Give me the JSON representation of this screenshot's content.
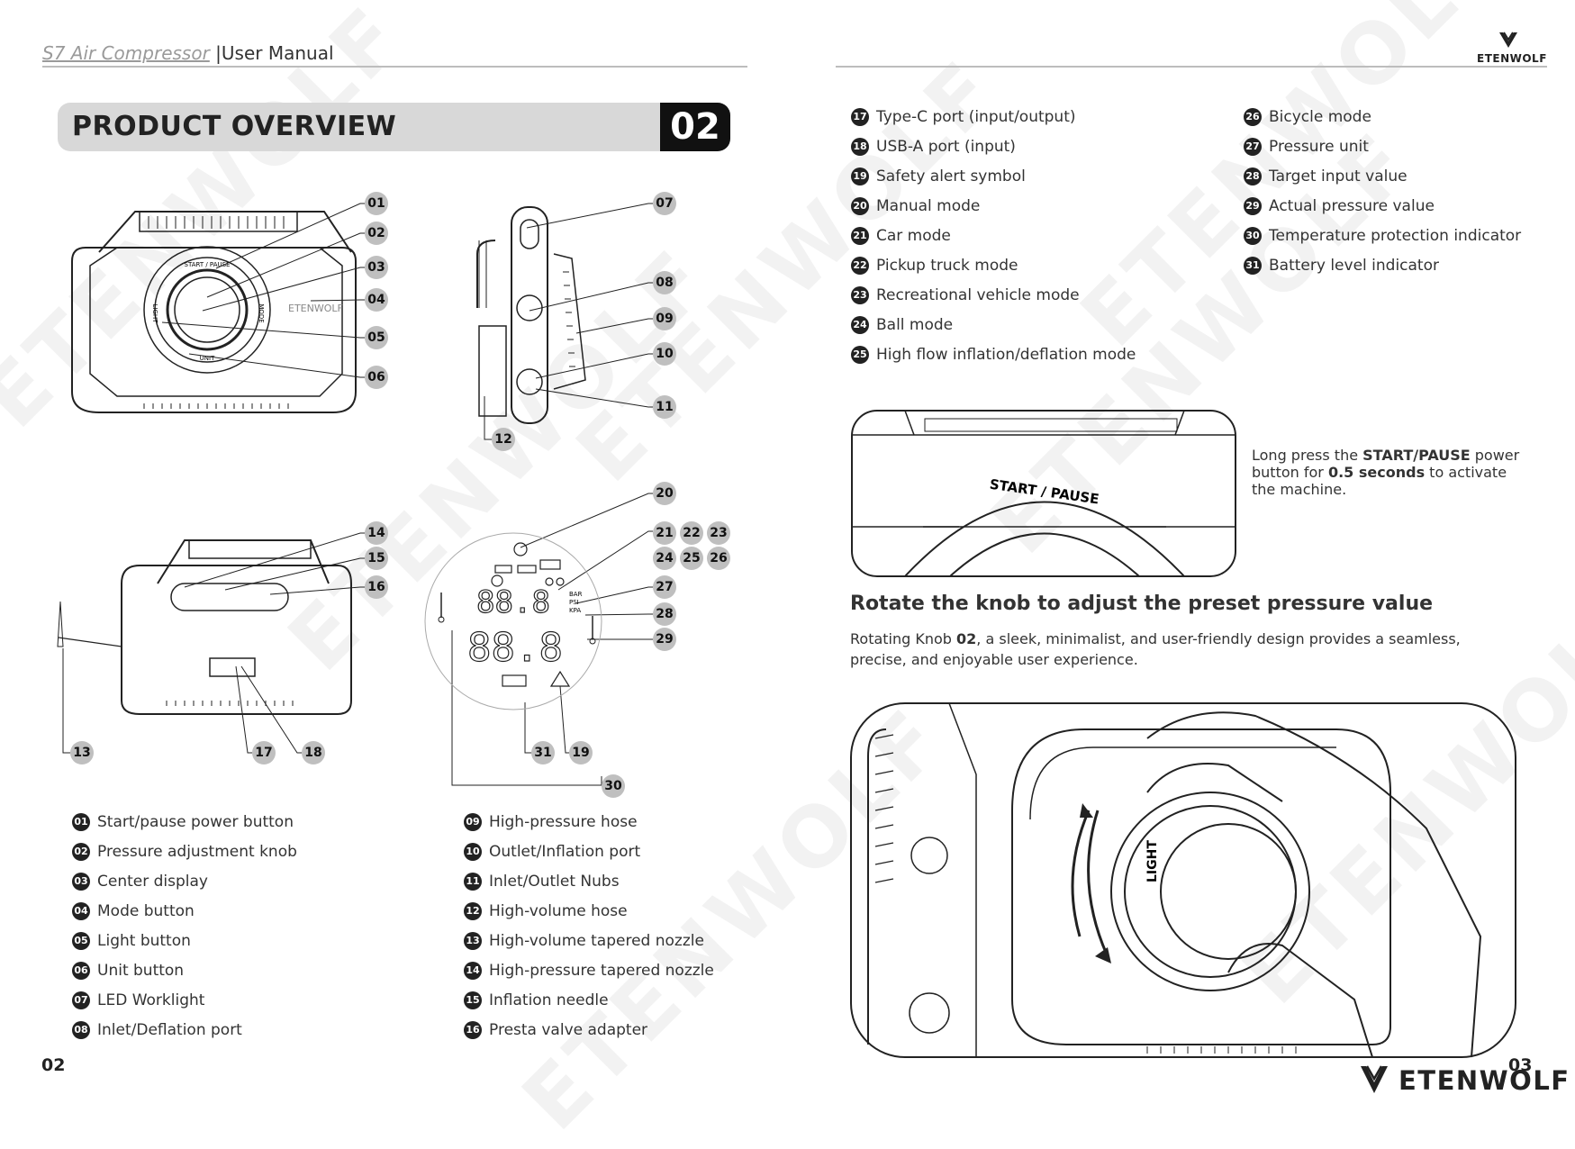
{
  "header": {
    "product_name": "S7 Air Compressor",
    "separator": "|",
    "section_label": "User Manual",
    "brand": "ETENWOLF"
  },
  "banner": {
    "title": "PRODUCT OVERVIEW",
    "number": "02"
  },
  "callouts": {
    "c01": "01",
    "c02": "02",
    "c03": "03",
    "c04": "04",
    "c05": "05",
    "c06": "06",
    "c07": "07",
    "c08": "08",
    "c09": "09",
    "c10": "10",
    "c11": "11",
    "c12": "12",
    "c13": "13",
    "c14": "14",
    "c15": "15",
    "c16": "16",
    "c17": "17",
    "c18": "18",
    "c19": "19",
    "c20": "20",
    "c21": "21",
    "c22": "22",
    "c23": "23",
    "c24": "24",
    "c25": "25",
    "c26": "26",
    "c27": "27",
    "c28": "28",
    "c29": "29",
    "c30": "30",
    "c31": "31"
  },
  "device_labels": {
    "start_pause": "START / PAUSE",
    "light": "LIGHT",
    "mode": "MODE",
    "unit": "UNIT",
    "brand": "ETENWOLF"
  },
  "lcd": {
    "units_bar": "BAR",
    "units_psi": "PSI",
    "units_kpa": "KPA",
    "digits": "88.8"
  },
  "legend_left": [
    {
      "num": "01",
      "label": "Start/pause power button"
    },
    {
      "num": "02",
      "label": "Pressure adjustment knob"
    },
    {
      "num": "03",
      "label": "Center display"
    },
    {
      "num": "04",
      "label": "Mode button"
    },
    {
      "num": "05",
      "label": "Light button"
    },
    {
      "num": "06",
      "label": "Unit button"
    },
    {
      "num": "07",
      "label": "LED Worklight"
    },
    {
      "num": "08",
      "label": "Inlet/Deflation port"
    }
  ],
  "legend_mid": [
    {
      "num": "09",
      "label": "High-pressure hose"
    },
    {
      "num": "10",
      "label": "Outlet/Inflation port"
    },
    {
      "num": "11",
      "label": "Inlet/Outlet Nubs"
    },
    {
      "num": "12",
      "label": "High-volume hose"
    },
    {
      "num": "13",
      "label": "High-volume tapered nozzle"
    },
    {
      "num": "14",
      "label": "High-pressure tapered nozzle"
    },
    {
      "num": "15",
      "label": "Inflation needle"
    },
    {
      "num": "16",
      "label": "Presta valve adapter"
    }
  ],
  "legend_right_a": [
    {
      "num": "17",
      "label": "Type-C port (input/output)"
    },
    {
      "num": "18",
      "label": "USB-A port (input)"
    },
    {
      "num": "19",
      "label": "Safety alert symbol"
    },
    {
      "num": "20",
      "label": "Manual mode"
    },
    {
      "num": "21",
      "label": "Car mode"
    },
    {
      "num": "22",
      "label": "Pickup truck mode"
    },
    {
      "num": "23",
      "label": "Recreational vehicle mode"
    },
    {
      "num": "24",
      "label": "Ball mode"
    },
    {
      "num": "25",
      "label": "High flow inflation/deflation mode"
    }
  ],
  "legend_right_b": [
    {
      "num": "26",
      "label": "Bicycle mode"
    },
    {
      "num": "27",
      "label": "Pressure unit"
    },
    {
      "num": "28",
      "label": "Target input value"
    },
    {
      "num": "29",
      "label": "Actual pressure value"
    },
    {
      "num": "30",
      "label": "Temperature protection indicator"
    },
    {
      "num": "31",
      "label": "Battery level indicator"
    }
  ],
  "start_note": {
    "pre": "Long press the ",
    "bold1": "START/PAUSE",
    "mid": " power button for ",
    "bold2": "0.5 seconds",
    "post": " to activate the machine."
  },
  "knob_section": {
    "title": "Rotate the knob to adjust the preset pressure value",
    "body_pre": "Rotating Knob ",
    "body_bold": "02",
    "body_post": ", a sleek, minimalist, and user-friendly design provides a seamless, precise, and enjoyable user experience."
  },
  "page_left": "02",
  "page_right": "03",
  "footer_brand": "ETENWOLF",
  "watermark": "ETENWOLF"
}
